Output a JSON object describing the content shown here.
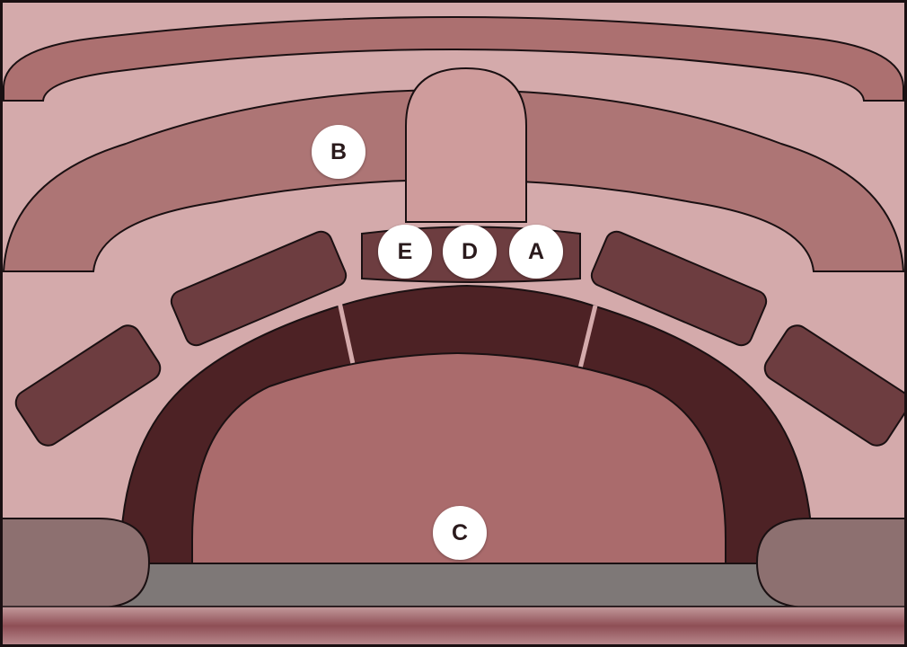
{
  "labels": {
    "a": "A",
    "b": "B",
    "c": "C",
    "d": "D",
    "e": "E"
  },
  "colors": {
    "background": "#d4aaab",
    "outer_band": "#ac7070",
    "mid_band": "#ad7575",
    "upright": "#cf9c9c",
    "small_blocks": "#6d3d40",
    "inner_arch": "#4d2225",
    "center_dome": "#aa6b6c",
    "side_bumps": "#8d7070",
    "base_bar": "#7e7877",
    "floor": "#8e4e55",
    "outline": "#1a1012",
    "label_fill": "#ffffff"
  }
}
